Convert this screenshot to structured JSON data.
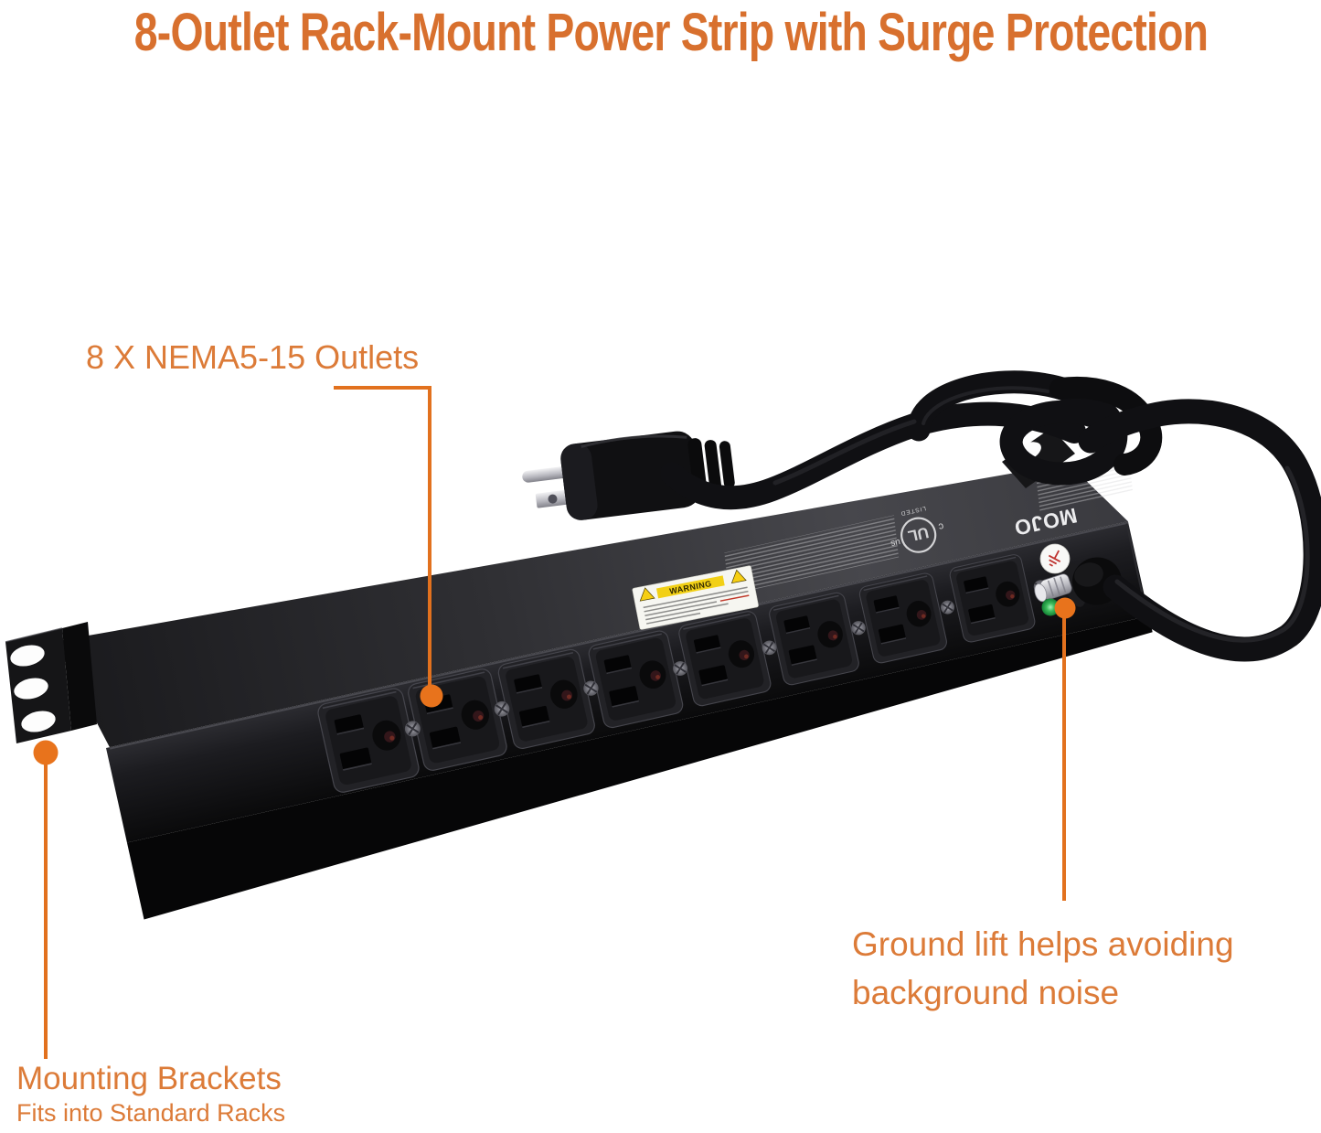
{
  "title": "8-Outlet Rack-Mount Power Strip with Surge Protection",
  "callouts": {
    "outlets": {
      "label": "8 X NEMA5-15 Outlets"
    },
    "ground_lift": {
      "line1": "Ground lift helps avoiding",
      "line2": "background noise"
    },
    "mounting": {
      "label": "Mounting Brackets",
      "sublabel": "Fits into Standard Racks"
    }
  },
  "product": {
    "outlet_count": "8",
    "markings": {
      "brand": "MOJO",
      "ul_mark": "UL",
      "ul_c": "c",
      "ul_us": "us",
      "ul_listed": "LISTED",
      "warning": "WARNING"
    }
  },
  "colors": {
    "accent_title": "#D8702E",
    "callout_text": "#DC7B38",
    "connector_line": "#E2711E",
    "chassis_front": "#141416",
    "chassis_top": "#3E3E42",
    "led_green": "#2FA84F",
    "ground_symbol_red": "#BF3430",
    "background": "#FFFFFF"
  }
}
